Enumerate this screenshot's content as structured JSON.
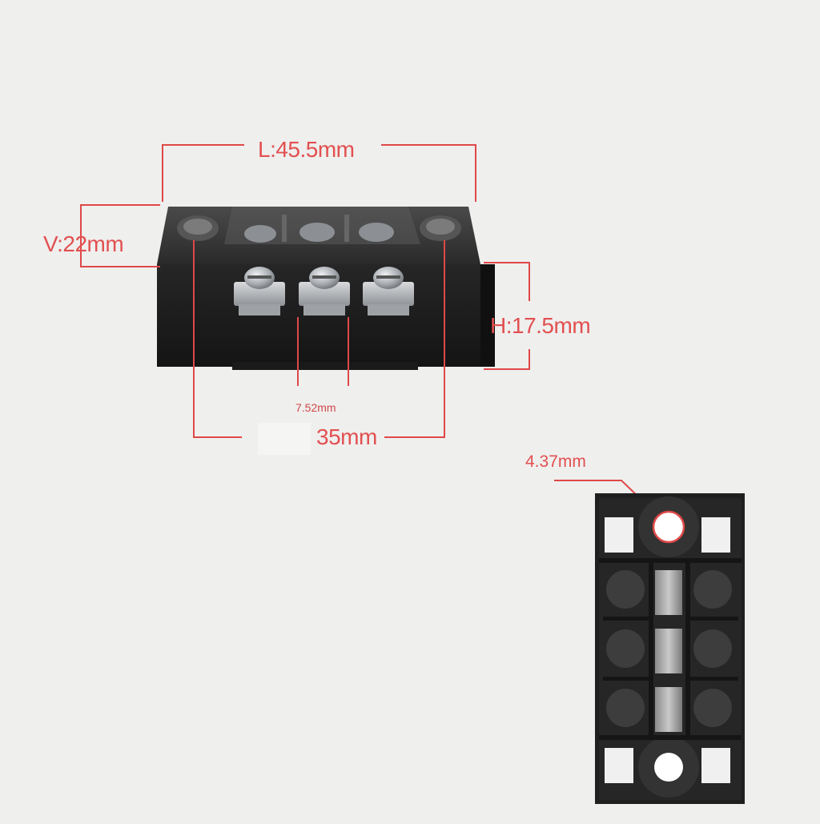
{
  "colors": {
    "background": "#efefee",
    "dimension_line": "#e04848",
    "block_body": "#1e1e1e",
    "block_top": "#3a3a3a",
    "screw_metal": "#b8bcc0"
  },
  "dimensions": {
    "length": "L:45.5mm",
    "v_height": "V:22mm",
    "h_height": "H:17.5mm",
    "pitch": "7.52mm",
    "mount_spacing": "35mm",
    "hole_diameter": "4.37mm"
  }
}
